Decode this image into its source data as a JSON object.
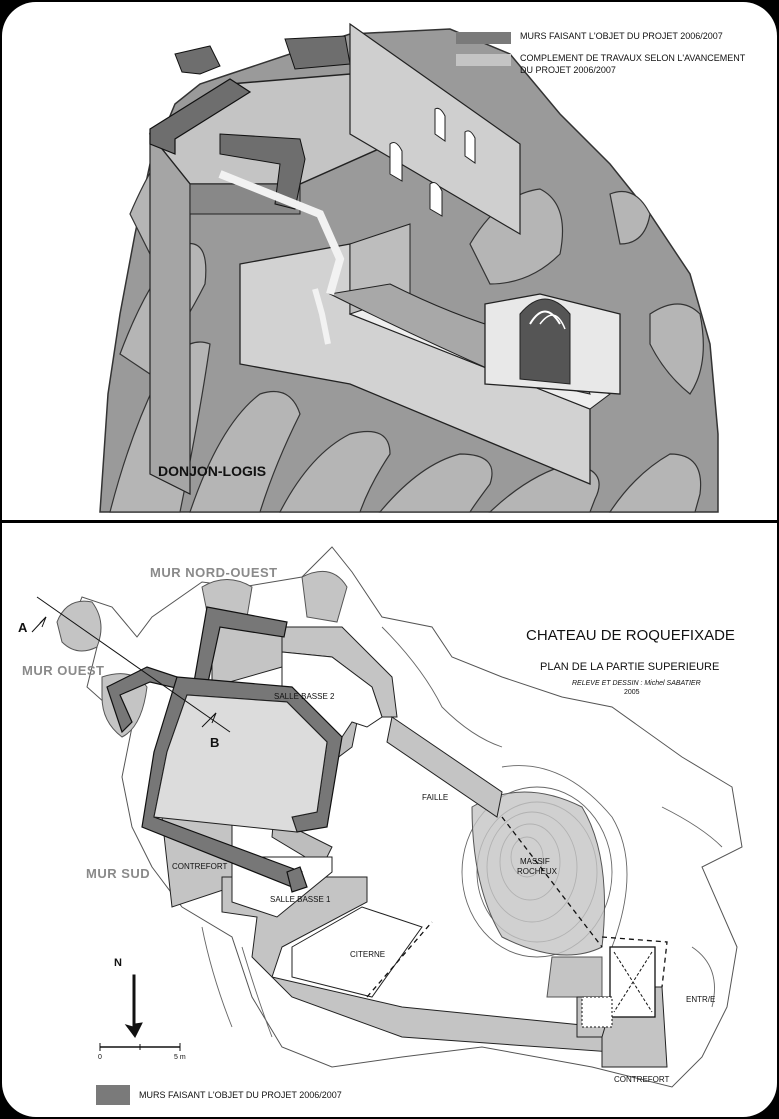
{
  "legend_top": {
    "dark_label": "MURS FAISANT L'OBJET DU PROJET 2006/2007",
    "light_label_line1": "COMPLEMENT DE TRAVAUX SELON L'AVANCEMENT",
    "light_label_line2": "DU PROJET 2006/2007",
    "dark_color": "#7a7a7a",
    "light_color": "#c4c4c4"
  },
  "top_drawing": {
    "caption": "DONJON-LOGIS"
  },
  "plan": {
    "title": "CHATEAU DE ROQUEFIXADE",
    "subtitle": "PLAN DE LA PARTIE SUPERIEURE",
    "credit": "RELEVE ET DESSIN : Michel SABATIER",
    "year": "2005",
    "wall_labels": {
      "north_west": "MUR NORD-OUEST",
      "west": "MUR OUEST",
      "south": "MUR SUD"
    },
    "room_labels": {
      "salle_basse_2": "SALLE BASSE 2",
      "salle_basse_1": "SALLE BASSE 1",
      "faille": "FAILLE",
      "massif_line1": "MASSIF",
      "massif_line2": "ROCHEUX",
      "contrefort_left": "CONTREFORT",
      "contrefort_bottom": "CONTREFORT",
      "citerne": "CITERNE",
      "entree": "ENTR/E"
    },
    "section_a": "A",
    "section_b": "B",
    "north": "N",
    "scale_start": "0",
    "scale_end": "5 m"
  },
  "legend_bottom": {
    "label": "MURS FAISANT L'OBJET DU PROJET 2006/2007"
  }
}
